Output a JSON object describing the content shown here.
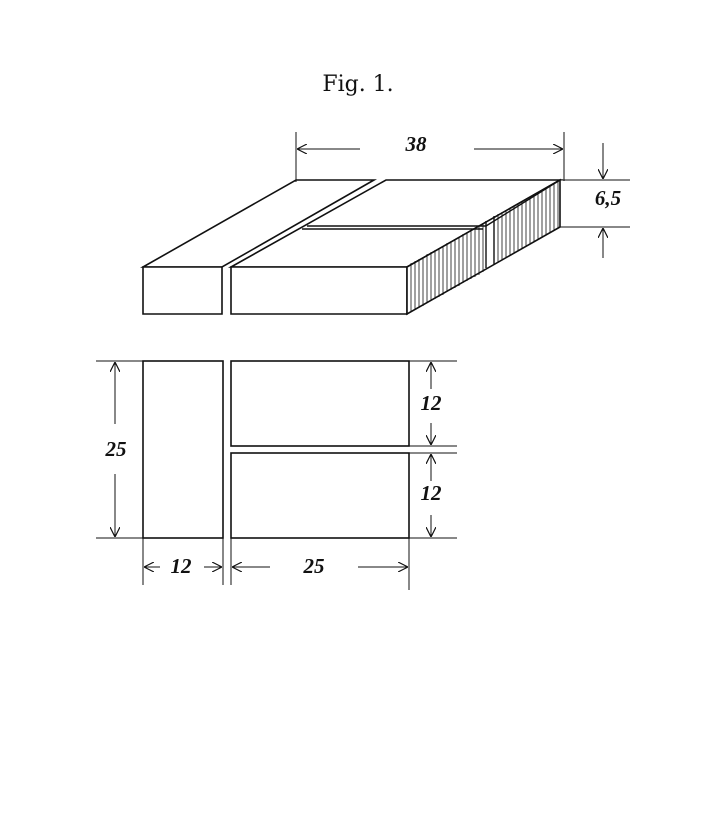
{
  "figure": {
    "title": "Fig. 1.",
    "labels": {
      "top_length": "38",
      "top_height": "6,5",
      "plan_height": "25",
      "plan_upper_width": "12",
      "plan_lower_width": "12",
      "bottom_left_width": "12",
      "bottom_right_width": "25"
    }
  }
}
